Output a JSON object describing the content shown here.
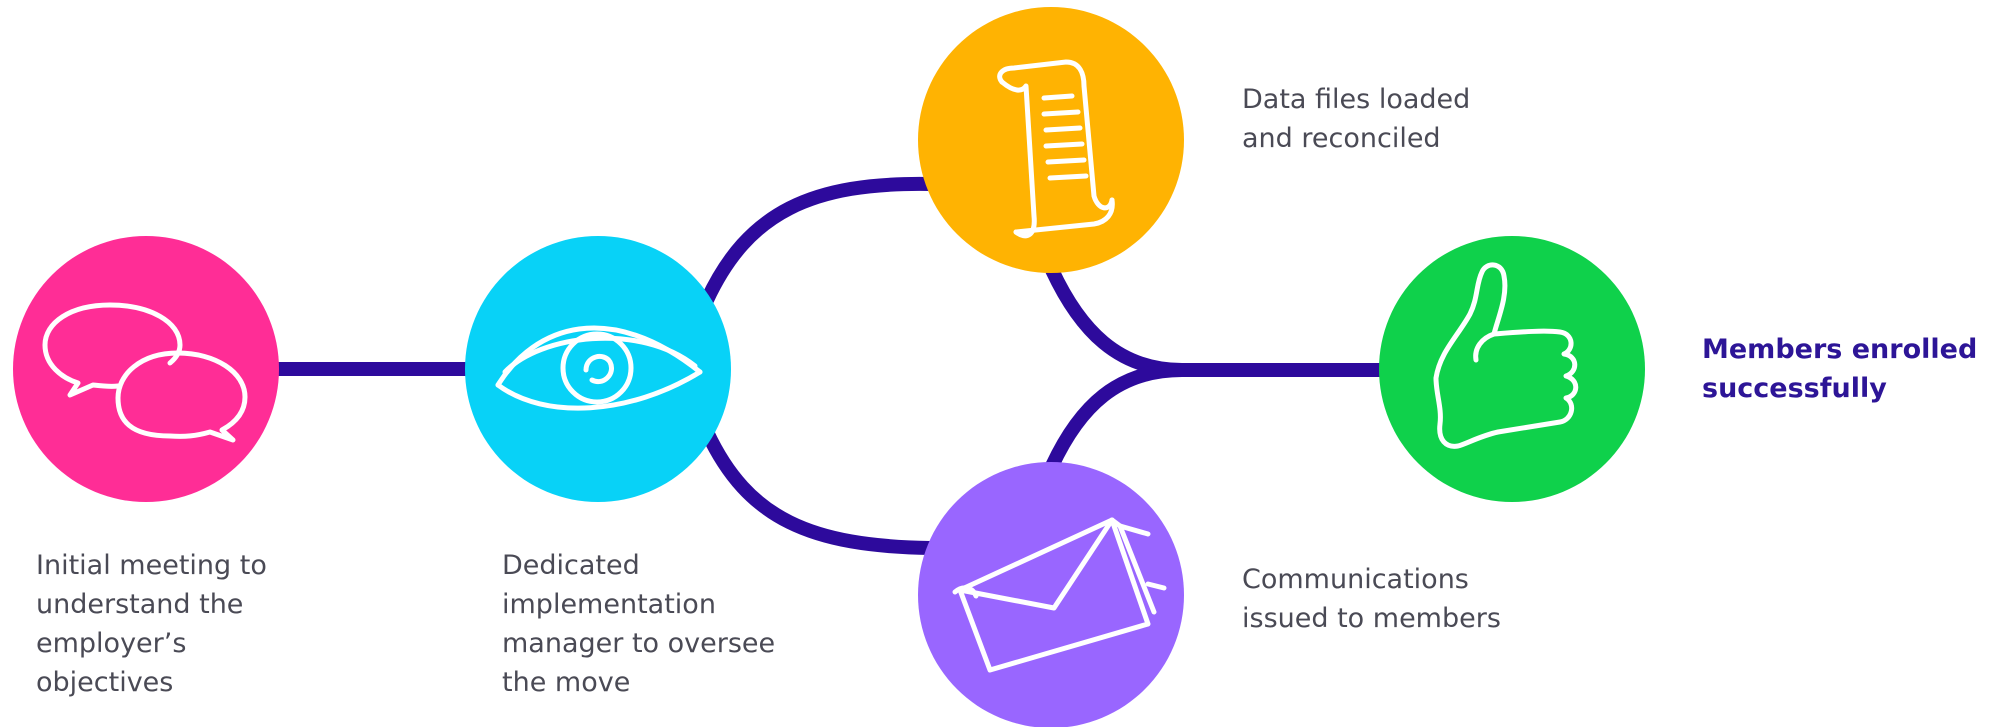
{
  "colors": {
    "connector": "#2d0a9c",
    "meeting": "#ff2d96",
    "manager": "#08d2f7",
    "data": "#ffb302",
    "comms": "#9966ff",
    "enrolled": "#0fd14b",
    "icon_stroke": "#ffffff",
    "text": "#4a4a55",
    "final_text": "#2d1597"
  },
  "steps": [
    {
      "id": "meeting",
      "icon": "speech-bubbles-icon",
      "label": "Initial meeting to\nunderstand the\nemployer’s\nobjectives"
    },
    {
      "id": "manager",
      "icon": "eye-icon",
      "label": "Dedicated\nimplementation\nmanager to oversee\nthe move"
    },
    {
      "id": "data",
      "icon": "document-scroll-icon",
      "label": "Data files loaded\nand reconciled"
    },
    {
      "id": "comms",
      "icon": "envelope-icon",
      "label": "Communications\nissued to members"
    },
    {
      "id": "enrolled",
      "icon": "thumbs-up-icon",
      "label": "Members enrolled\nsuccessfully"
    }
  ]
}
